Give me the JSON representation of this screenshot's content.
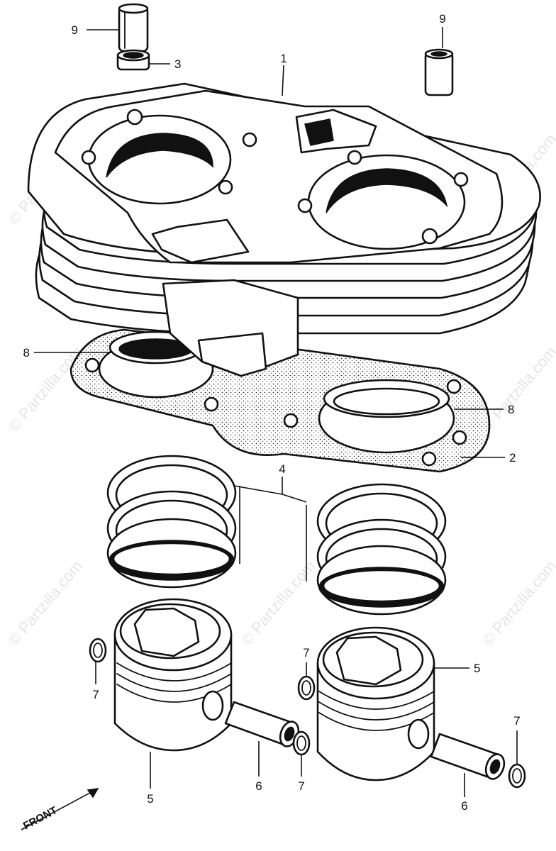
{
  "watermark": {
    "text": "© Partzilla.com"
  },
  "front_label": "FRONT",
  "callouts": {
    "c1": "1",
    "c2": "2",
    "c3": "3",
    "c4": "4",
    "c5a": "5",
    "c5b": "5",
    "c6a": "6",
    "c6b": "6",
    "c7a": "7",
    "c7b": "7",
    "c7c": "7",
    "c7d": "7",
    "c8a": "8",
    "c8b": "8",
    "c9a": "9",
    "c9b": "9"
  }
}
